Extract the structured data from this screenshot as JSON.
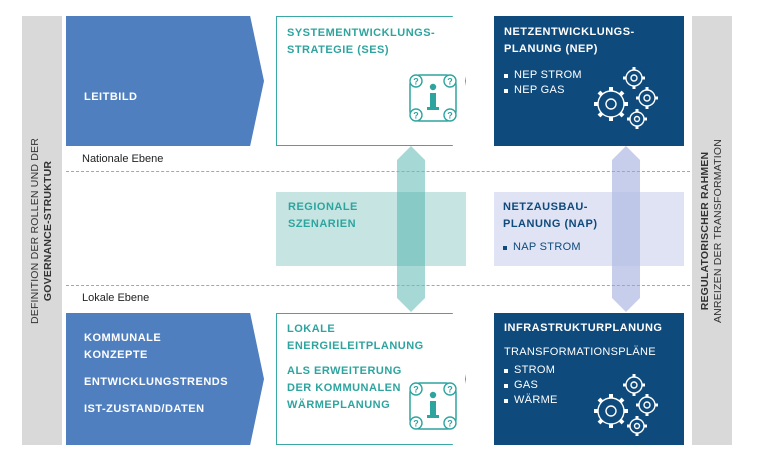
{
  "left_sidebar": {
    "line1": "DEFINITION DER ROLLEN UND DER",
    "line2": "GOVERNANCE-STRUKTUR"
  },
  "right_sidebar": {
    "line1": "REGULATORISCHER RAHMEN",
    "line2": "ANREIZEN DER TRANSFORMATION"
  },
  "levels": {
    "national": "Nationale Ebene",
    "local": "Lokale Ebene"
  },
  "leitbild": "LEITBILD",
  "ses": {
    "line1": "SYSTEMENTWICKLUNGS-",
    "line2": "STRATEGIE (SES)"
  },
  "nep": {
    "line1": "NETZENTWICKLUNGS-",
    "line2": "PLANUNG (NEP)",
    "items": [
      "NEP STROM",
      "NEP GAS"
    ]
  },
  "regional": {
    "line1": "REGIONALE",
    "line2": "SZENARIEN"
  },
  "nap": {
    "line1": "NETZAUSBAU-",
    "line2": "PLANUNG (NAP)",
    "items": [
      "NAP STROM"
    ]
  },
  "kommunal": {
    "item1_line1": "KOMMUNALE",
    "item1_line2": "KONZEPTE",
    "item2": "ENTWICKLUNGSTRENDS",
    "item3": "IST-ZUSTAND/DATEN"
  },
  "lokale": {
    "line1": "LOKALE",
    "line2": "ENERGIELEITPLANUNG",
    "sub1": "ALS ERWEITERUNG",
    "sub2": "DER KOMMUNALEN",
    "sub3": "WÄRMEPLANUNG"
  },
  "infra": {
    "title": "INFRASTRUKTURPLANUNG",
    "subtitle": "TRANSFORMATIONSPLÄNE",
    "items": [
      "STROM",
      "GAS",
      "WÄRME"
    ]
  },
  "colors": {
    "blue": "#4f7fbf",
    "navy": "#0f4a7c",
    "teal": "#3aa9a5",
    "grey": "#d9d9d9"
  }
}
